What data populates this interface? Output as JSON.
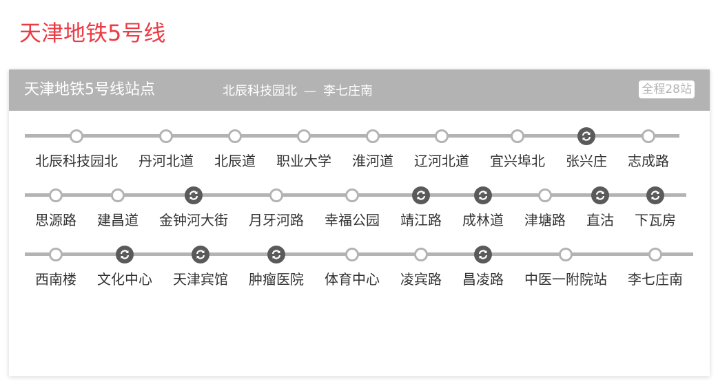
{
  "page_title": "天津地铁5号线",
  "card": {
    "title": "天津地铁5号线站点",
    "route_start": "北辰科技园北",
    "route_sep": "—",
    "route_end": "李七庄南",
    "count": "全程28站"
  },
  "colors": {
    "accent": "#ec3b44",
    "line": "#b3b3b3",
    "transfer": "#5a5a5a"
  },
  "stations": [
    {
      "name": "北辰科技园北",
      "transfer": false
    },
    {
      "name": "丹河北道",
      "transfer": false
    },
    {
      "name": "北辰道",
      "transfer": false
    },
    {
      "name": "职业大学",
      "transfer": false
    },
    {
      "name": "淮河道",
      "transfer": false
    },
    {
      "name": "辽河北道",
      "transfer": false
    },
    {
      "name": "宜兴埠北",
      "transfer": false
    },
    {
      "name": "张兴庄",
      "transfer": true
    },
    {
      "name": "志成路",
      "transfer": false
    },
    {
      "name": "思源路",
      "transfer": false
    },
    {
      "name": "建昌道",
      "transfer": false
    },
    {
      "name": "金钟河大街",
      "transfer": true
    },
    {
      "name": "月牙河路",
      "transfer": false
    },
    {
      "name": "幸福公园",
      "transfer": false
    },
    {
      "name": "靖江路",
      "transfer": true
    },
    {
      "name": "成林道",
      "transfer": true
    },
    {
      "name": "津塘路",
      "transfer": false
    },
    {
      "name": "直沽",
      "transfer": true
    },
    {
      "name": "下瓦房",
      "transfer": true
    },
    {
      "name": "西南楼",
      "transfer": false
    },
    {
      "name": "文化中心",
      "transfer": true
    },
    {
      "name": "天津宾馆",
      "transfer": true
    },
    {
      "name": "肿瘤医院",
      "transfer": true
    },
    {
      "name": "体育中心",
      "transfer": false
    },
    {
      "name": "凌宾路",
      "transfer": false
    },
    {
      "name": "昌凌路",
      "transfer": true
    },
    {
      "name": "中医一附院站",
      "transfer": false
    },
    {
      "name": "李七庄南",
      "transfer": false
    }
  ]
}
